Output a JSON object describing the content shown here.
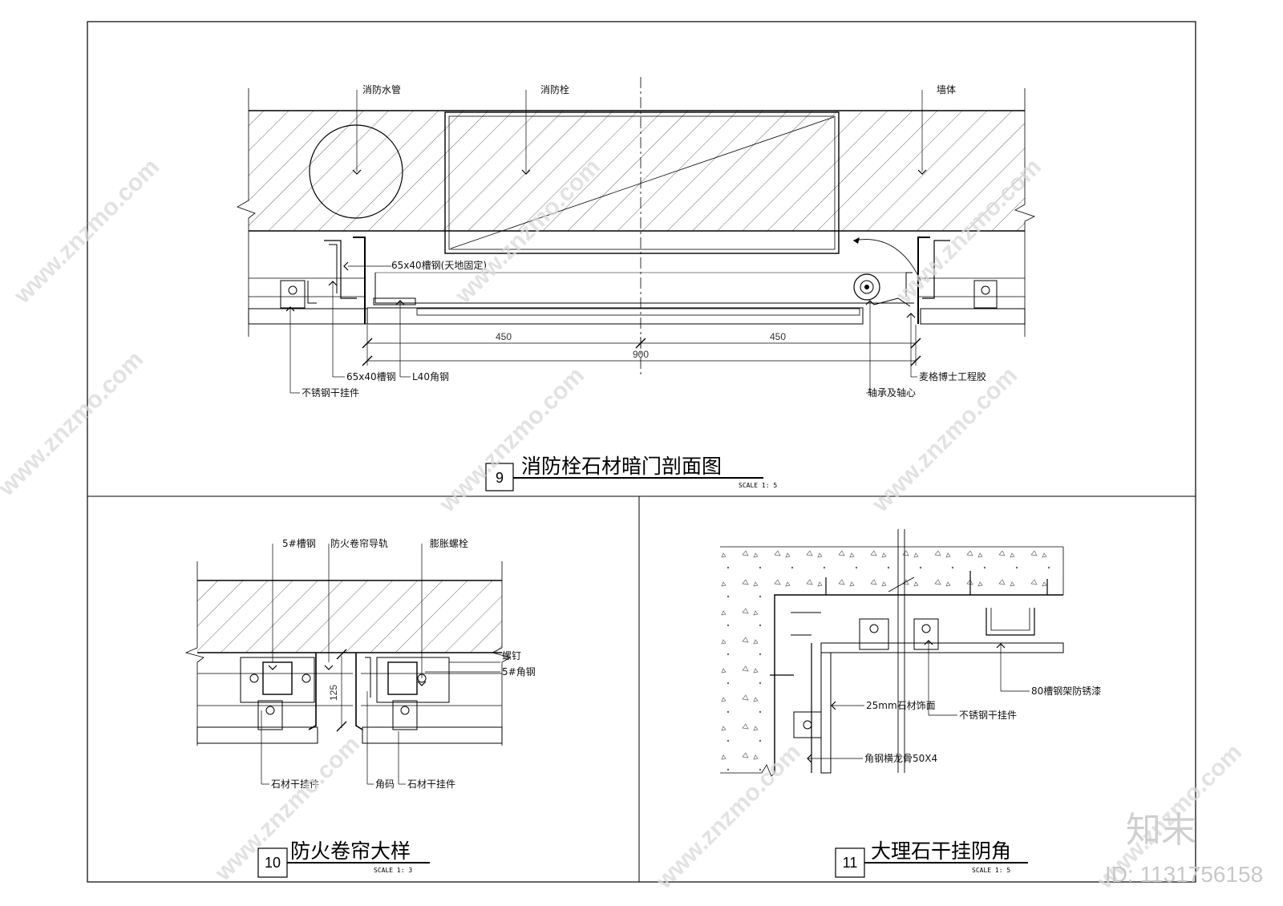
{
  "detail9": {
    "number": "9",
    "title": "消防栓石材暗门剖面图",
    "scale": "SCALE 1: 5",
    "labels": {
      "fire_pipe": "消防水管",
      "hydrant": "消防栓",
      "wall": "墙体",
      "channel_fixed": "65x40槽钢(天地固定)",
      "channel": "65x40槽钢",
      "angle": "L40角钢",
      "hanger": "不锈钢干挂件",
      "glue": "麦格博士工程胶",
      "bearing": "轴承及轴心"
    },
    "dims": {
      "left": "450",
      "right": "450",
      "total": "900"
    }
  },
  "detail10": {
    "number": "10",
    "title": "防火卷帘大样",
    "scale": "SCALE 1: 3",
    "labels": {
      "channel5": "5#槽钢",
      "rail": "防火卷帘导轨",
      "bolt": "膨胀螺栓",
      "screw": "螺钉",
      "angle5": "5#角钢",
      "hanger_left": "石材干挂件",
      "corner": "角码",
      "hanger_right": "石材干挂件"
    },
    "dims": {
      "height": "125"
    }
  },
  "detail11": {
    "number": "11",
    "title": "大理石干挂阴角",
    "scale": "SCALE 1: 5",
    "labels": {
      "frame": "80槽钢架防锈漆",
      "facing": "25mm石材饰面",
      "hanger": "不锈钢干挂件",
      "keel": "角钢横龙骨50X4"
    }
  },
  "watermark": {
    "site": "www.znzmo.com",
    "brand": "知末",
    "id": "ID: 1131756158"
  }
}
